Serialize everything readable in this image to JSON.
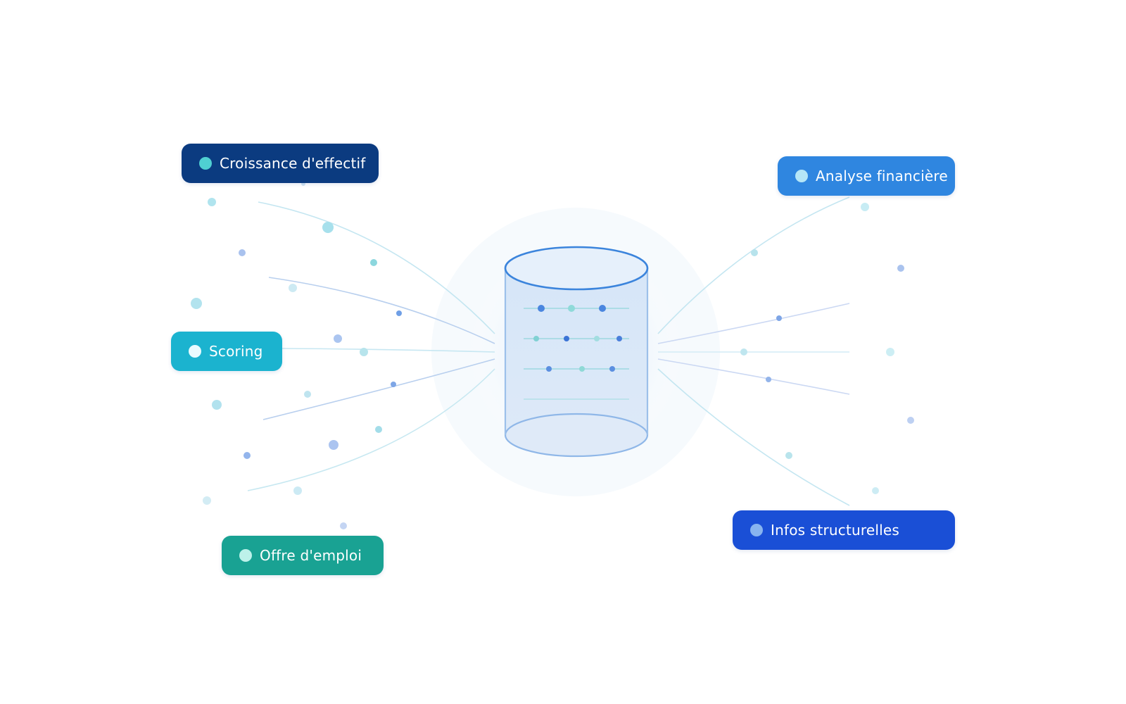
{
  "colors": {
    "croissance_bg": "#0b3b80",
    "croissance_dot": "#4fd0d2",
    "scoring_bg": "#1bb3cf",
    "scoring_dot": "#e8fbff",
    "offre_bg": "#19a293",
    "offre_dot": "#bdf1ea",
    "analyse_bg": "#2f86e0",
    "analyse_dot": "#b5e6f7",
    "infos_bg": "#1a4fd6",
    "infos_dot": "#88b4ef",
    "cylinder_stroke": "#3b84dc",
    "cylinder_fill": "#dbe8f8",
    "connector": "#bfe3f0"
  },
  "icons": {
    "center": "database-icon",
    "tag_marker": "dot-icon"
  },
  "labels": {
    "croissance": "Croissance d'effectif",
    "scoring": "Scoring",
    "offre": "Offre d'emploi",
    "analyse": "Analyse financière",
    "infos": "Infos structurelles"
  }
}
